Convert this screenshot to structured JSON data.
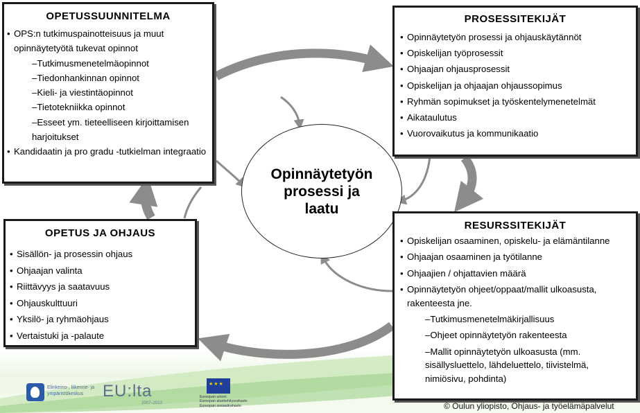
{
  "center": {
    "label": "Opinnäytetyön prosessi ja laatu"
  },
  "boxes": {
    "opetussuunnitelma": {
      "title": "OPETUSSUUNNITELMA",
      "items": [
        "OPS:n tutkimuspainotteisuus ja muut opinnäytetyötä tukevat opinnot",
        "–Tutkimusmenetelmäopinnot",
        "–Tiedonhankinnan opinnot",
        "–Kieli- ja viestintäopinnot",
        "–Tietotekniikka opinnot",
        "–Esseet ym. tieteelliseen kirjoittamisen harjoitukset",
        "Kandidaatin ja pro gradu -tutkielman integraatio"
      ]
    },
    "prosessitekijat": {
      "title": "PROSESSITEKIJÄT",
      "items": [
        "Opinnäytetyön prosessi ja ohjauskäytännöt",
        "Opiskelijan työprosessit",
        "Ohjaajan ohjausprosessit",
        "Opiskelijan ja ohjaajan ohjaussopimus",
        "Ryhmän sopimukset ja työskentelymenetelmät",
        "Aikataulutus",
        "Vuorovaikutus ja kommunikaatio"
      ]
    },
    "opetus_ja_ohjaus": {
      "title": "OPETUS JA OHJAUS",
      "items": [
        "Sisällön- ja prosessin ohjaus",
        "Ohjaajan valinta",
        "Riittävyys ja saatavuus",
        "Ohjauskulttuuri",
        "Yksilö- ja ryhmäohjaus",
        "Vertaistuki ja -palaute"
      ]
    },
    "resurssitekijat": {
      "title": "RESURSSITEKIJÄT",
      "items": [
        "Opiskelijan osaaminen, opiskelu- ja elämäntilanne",
        "Ohjaajan osaaminen ja työtilanne",
        "Ohjaajien / ohjattavien määrä",
        "Opinnäytetyön ohjeet/oppaat/mallit ulkoasusta, rakenteesta jne.",
        "–Tutkimusmenetelmäkirjallisuus",
        "–Ohjeet opinnäytetyön rakenteesta",
        "–Mallit opinnäytetyön ulkoasusta (mm. sisällysluettelo, lähdeluettelo, tiivistelmä, nimiösivu, pohdinta)"
      ]
    }
  },
  "footer": {
    "copyright": "© Oulun yliopisto, Ohjaus- ja työelämäpalvelut",
    "logos": {
      "ely": "Elinkeino-, liikenne- ja\nympäristökeskus",
      "eulta": "EU:lta",
      "eulta_years": "2007–2013",
      "eu": "Euroopan unioni\nEuroopan aluekehitysrahasto\nEuroopan sosiaalirahasto"
    }
  },
  "colors": {
    "arrow": "#8c8c8c",
    "border": "#1a1a1a",
    "band_green": "#9fd18a",
    "band_light": "#e9f5de"
  }
}
